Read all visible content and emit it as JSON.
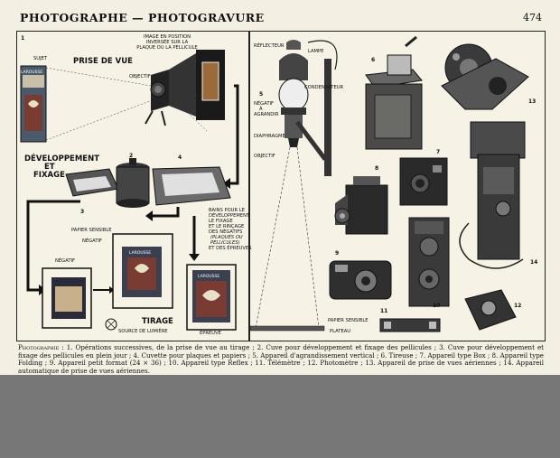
{
  "header": {
    "title": "PHOTOGRAPHE — PHOTOGRAVURE",
    "page_number": "474"
  },
  "left_panel": {
    "number": "1",
    "section_prise": "PRISE DE VUE",
    "section_dev_line1": "DÉVELOPPEMENT",
    "section_dev_line2": "ET",
    "section_dev_line3": "FIXAGE",
    "section_tirage": "TIRAGE",
    "label_sujet": "SUJET",
    "label_image_1": "IMAGE EN POSITION",
    "label_image_2": "INVERSÉE SUR LA",
    "label_image_3": "PLAQUE OU LA PELLICULE",
    "label_objectif": "OBJECTIF",
    "label_papier": "PAPIER SENSIBLE",
    "label_negatif": "NÉGATIF",
    "label_negatif2": "NÉGATIF",
    "label_source": "SOURCE DE LUMIÈRE",
    "label_epreuve": "ÉPREUVE",
    "bains_1": "BAINS POUR LE",
    "bains_2": "DÉVELOPPEMENT",
    "bains_3": "LE FIXAGE",
    "bains_4": "ET LE RINÇAGE",
    "bains_5": "DES NÉGATIFS",
    "bains_6": "(PLAQUES OU",
    "bains_7": "PELLICULES)",
    "bains_8": "ET DES ÉPREUVES",
    "num_2": "2",
    "num_3": "3",
    "num_4": "4",
    "brand": "LAROUSSE"
  },
  "right_panel": {
    "label_reflecteur": "RÉFLECTEUR",
    "label_lampe": "LAMPE",
    "label_condensateur": "CONDENSATEUR",
    "label_negatif_1": "NÉGATIF",
    "label_negatif_2": "À",
    "label_negatif_3": "AGRANDIR",
    "label_diaphragme": "DIAPHRAGME",
    "label_objectif": "OBJECTIF",
    "label_papier": "PAPIER SENSIBLE",
    "label_plateau": "PLATEAU",
    "num_5": "5",
    "num_6": "6",
    "num_7": "7",
    "num_8": "8",
    "num_9": "9",
    "num_10": "10",
    "num_11": "11",
    "num_12": "12",
    "num_13": "13",
    "num_14": "14"
  },
  "caption": {
    "lead": "Photographie",
    "text": " : 1. Opérations successives, de la prise de vue au tirage ; 2. Cuve pour développement et fixage des pellicules ; 3. Cuve pour développement et fixage des pellicules en plein jour ; 4. Cuvette pour plaques et papiers ; 5. Appareil d'agrandissement vertical ; 6. Tireuse ; 7. Appareil type Box ; 8. Appareil type Folding ; 9. Appareil petit format (24 × 36) ; 10. Appareil type Reflex ; 11. Télémètre ; 12. Photomètre ; 13. Appareil de prise de vues aériennes ; 14. Appareil automatique de prise de vues aériennes."
  }
}
